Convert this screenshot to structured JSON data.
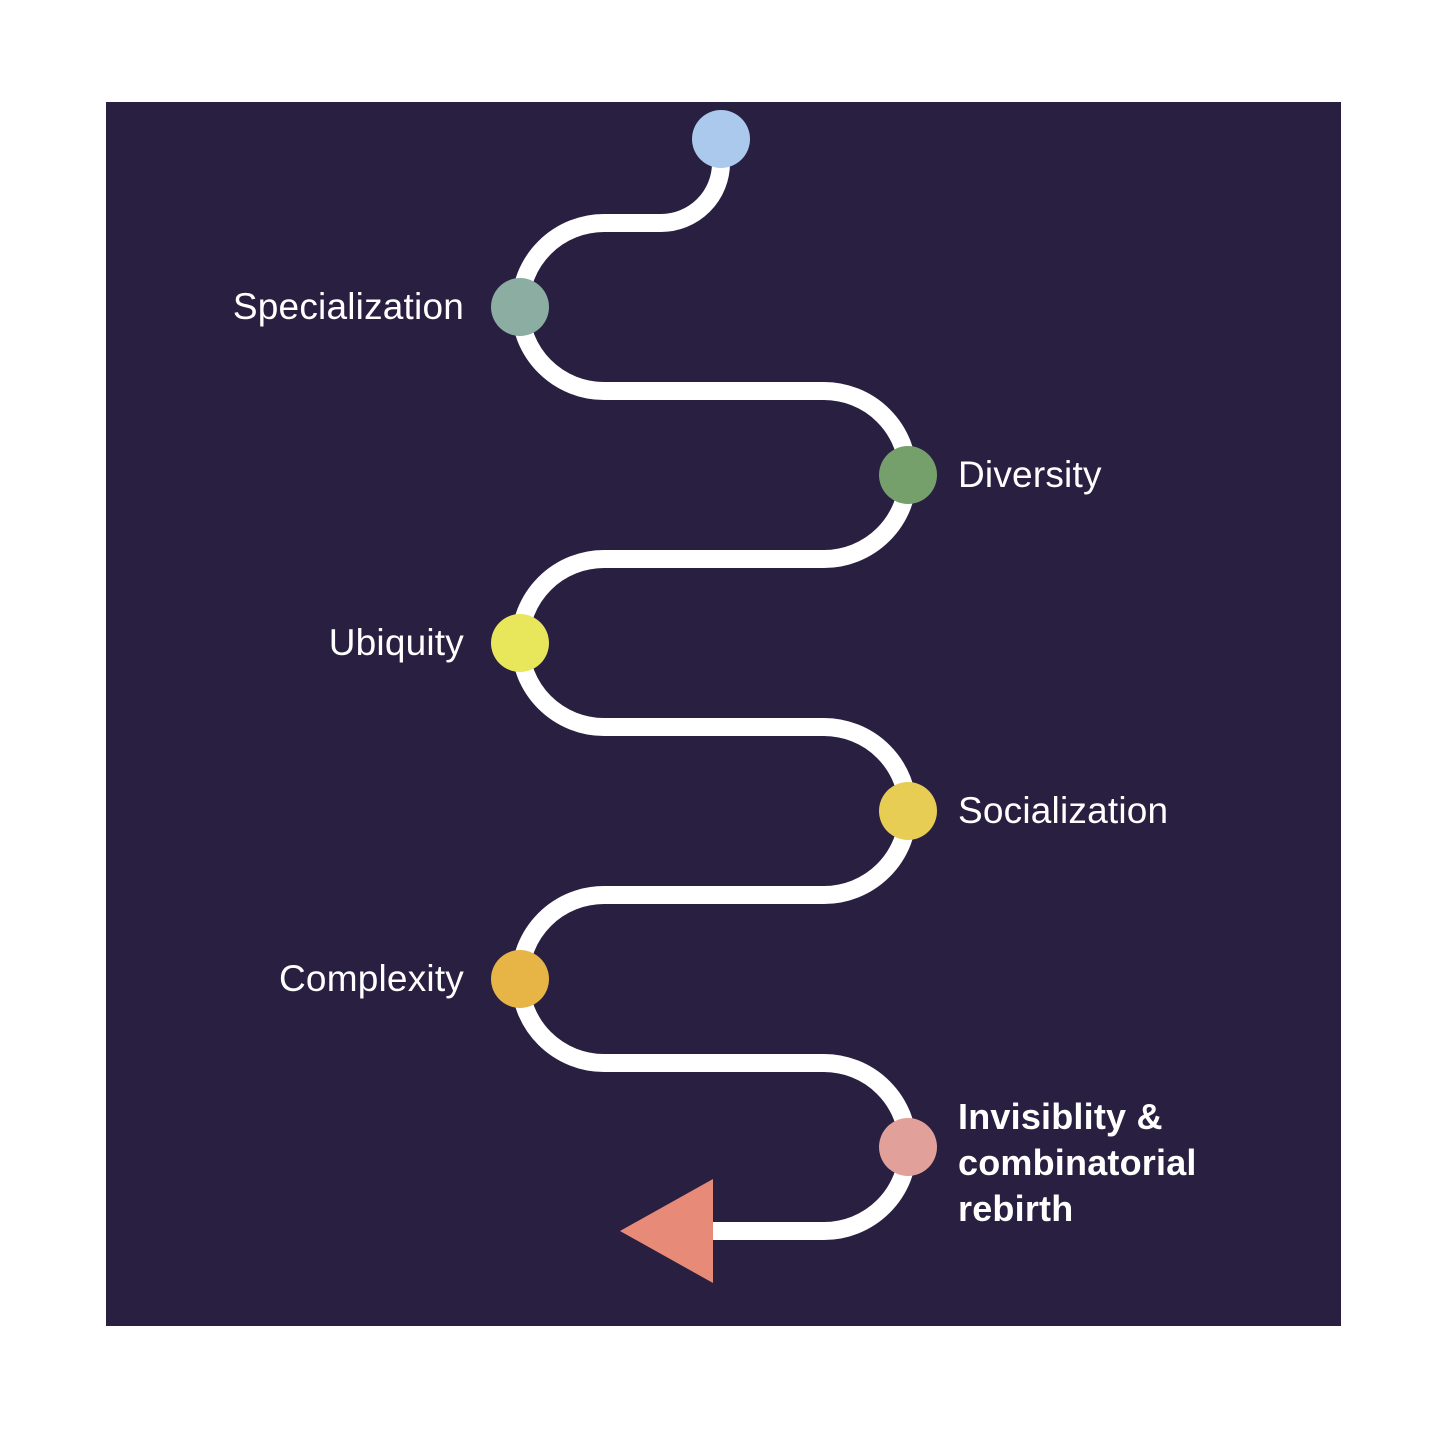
{
  "diagram": {
    "page_background": "#ffffff",
    "panel_color": "#291f41",
    "path_color": "#ffffff",
    "text_color": "#ffffff",
    "start_node": {
      "name": "start",
      "color": "#abc9ec"
    },
    "stages": [
      {
        "label": "Specialization",
        "color": "#8bada2",
        "side": "left"
      },
      {
        "label": "Diversity",
        "color": "#75a06b",
        "side": "right"
      },
      {
        "label": "Ubiquity",
        "color": "#e8e75c",
        "side": "left"
      },
      {
        "label": "Socialization",
        "color": "#e8cd55",
        "side": "right"
      },
      {
        "label": "Complexity",
        "color": "#e7b446",
        "side": "left"
      },
      {
        "label": "Invisiblity & combinatorial rebirth",
        "lines": {
          "l1": "Invisiblity &",
          "l2": "combinatorial",
          "l3": "rebirth"
        },
        "color": "#e1a19a",
        "side": "right",
        "bold": true
      }
    ],
    "arrow": {
      "name": "end-arrow",
      "color": "#e78b78",
      "direction": "left"
    }
  }
}
